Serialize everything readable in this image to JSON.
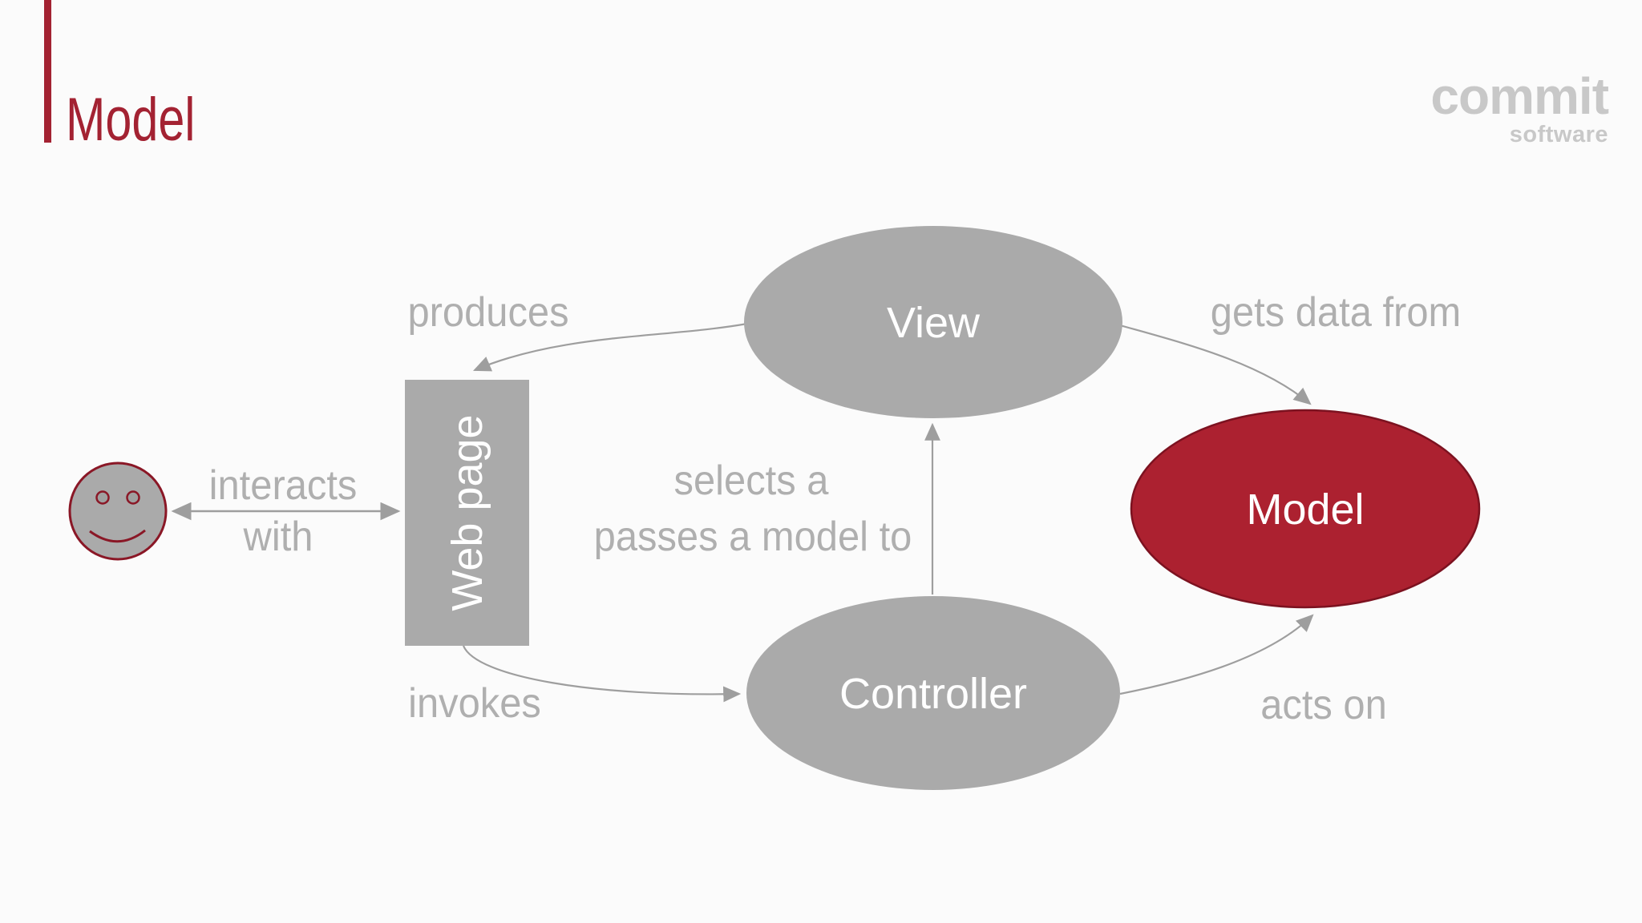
{
  "slide": {
    "title": "Model",
    "logo": {
      "main": "commit",
      "sub": "software"
    },
    "colors": {
      "background": "#FBFBFB",
      "accent_red": "#A32232",
      "shape_gray": "#AAAAAA",
      "model_fill": "#AC2130",
      "model_stroke": "#7C1220",
      "smiley_stroke": "#8A1726",
      "label_gray": "#AFAFAF",
      "arrow_gray": "#9E9E9E",
      "logo_gray": "#C8C8C8",
      "node_text": "#FFFFFF"
    }
  },
  "diagram": {
    "nodes": {
      "user": {
        "name": "user-smiley"
      },
      "webpage": {
        "label": "Web page"
      },
      "view": {
        "label": "View"
      },
      "model": {
        "label": "Model"
      },
      "controller": {
        "label": "Controller"
      }
    },
    "edges": {
      "interacts": {
        "label_line1": "interacts",
        "label_line2": "with"
      },
      "produces": {
        "label": "produces"
      },
      "gets_data_from": {
        "label": "gets data from"
      },
      "selects": {
        "label_line1": "selects a",
        "label_line2": "passes a model to"
      },
      "invokes": {
        "label": "invokes"
      },
      "acts_on": {
        "label": "acts on"
      }
    }
  }
}
